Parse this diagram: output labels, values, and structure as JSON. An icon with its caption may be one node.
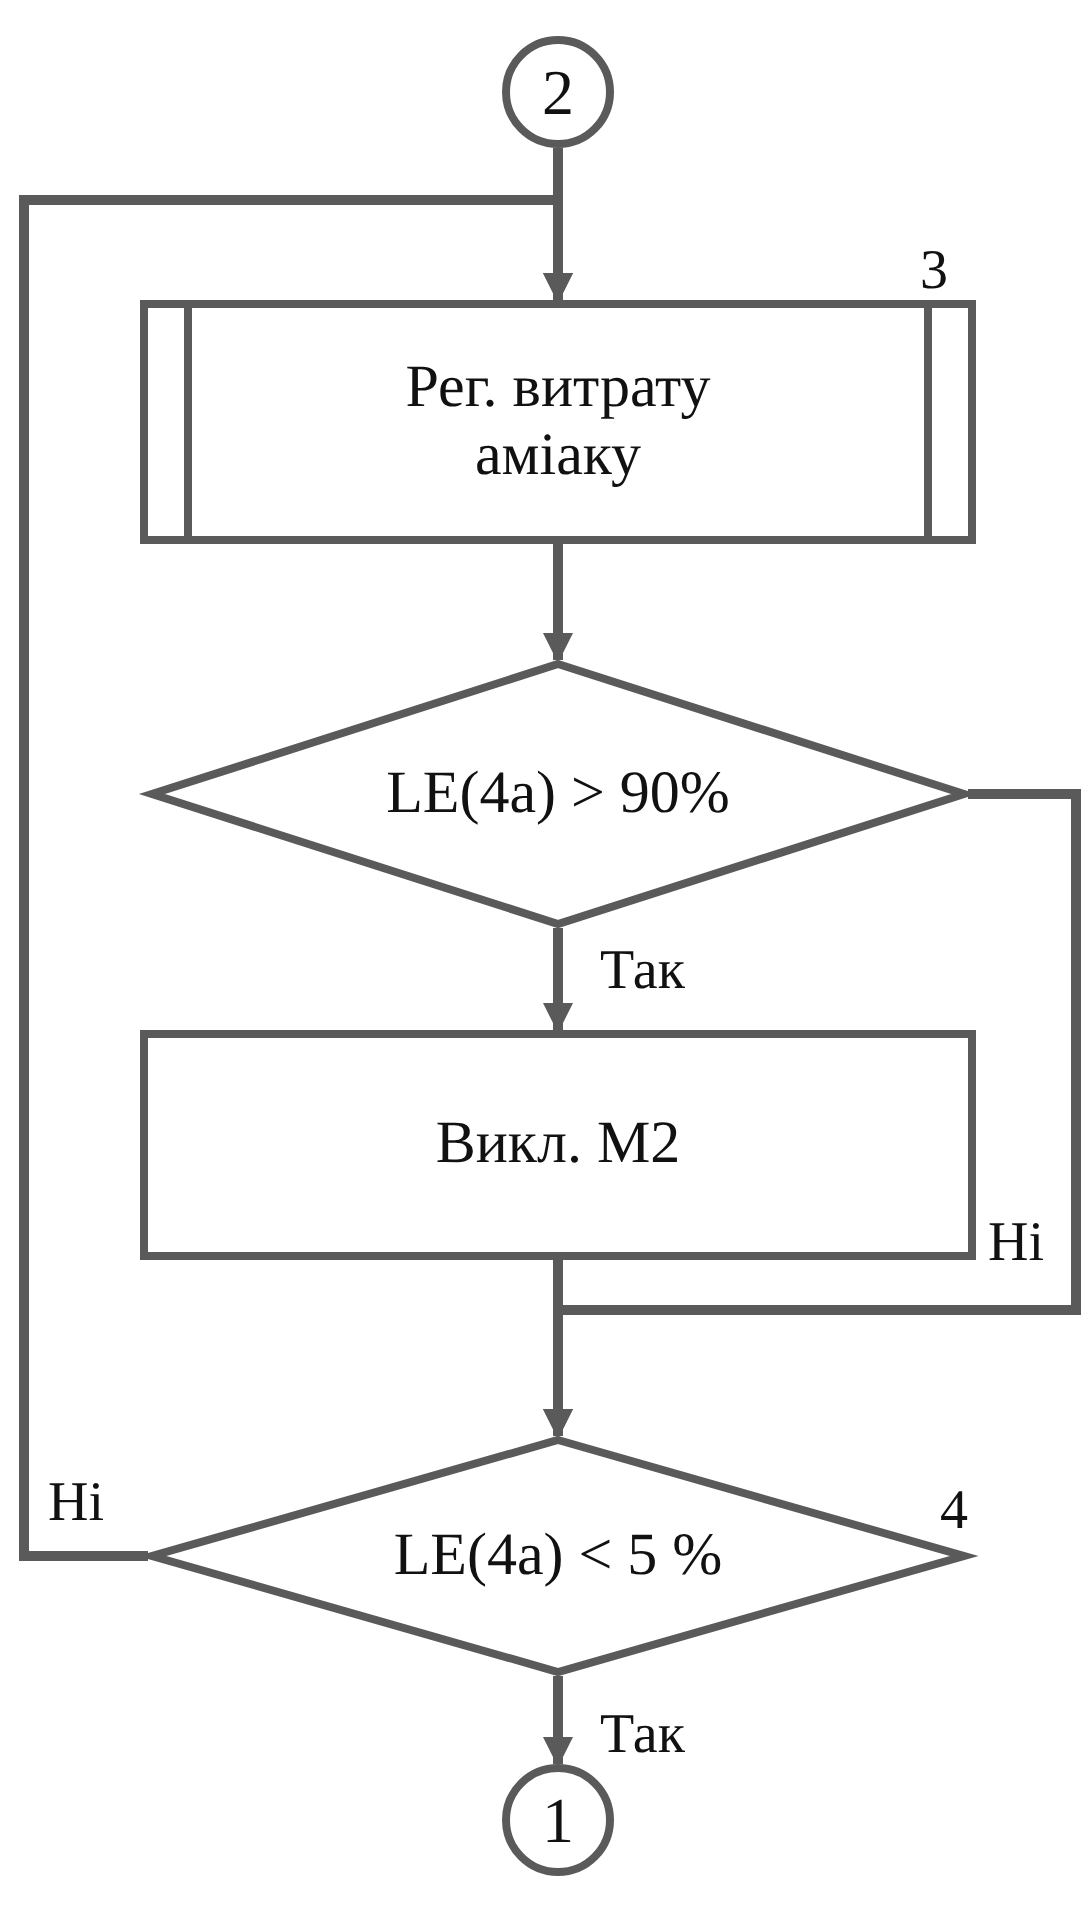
{
  "diagram": {
    "nodes": [
      {
        "text": [
          "2"
        ]
      },
      {
        "text": [
          "Рег. витрату аміаку"
        ],
        "beside": [
          "3"
        ]
      },
      {
        "text": [
          "LE(4a) > 90%"
        ]
      },
      {
        "text": [
          "Викл. M2"
        ]
      },
      {
        "text": [
          "LE(4a) < 5 %"
        ],
        "beside": [
          "4"
        ]
      },
      {
        "text": [
          "1"
        ]
      }
    ],
    "edges": [
      {
        "from": 0,
        "to": 1,
        "arrow": "to"
      },
      {
        "from": 4,
        "to": 1,
        "arrow": "to",
        "label": "Ні"
      },
      {
        "from": 1,
        "to": 2,
        "arrow": "to"
      },
      {
        "from": 2,
        "to": 3,
        "arrow": "to",
        "label": "Так"
      },
      {
        "from": 2,
        "to": 4,
        "arrow": "to",
        "label": "Ні"
      },
      {
        "from": 3,
        "to": 4,
        "arrow": "to"
      },
      {
        "from": 4,
        "to": 5,
        "arrow": "to",
        "label": "Так"
      }
    ]
  }
}
